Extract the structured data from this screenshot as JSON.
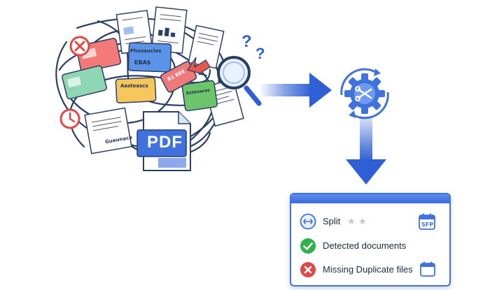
{
  "pdf_badge": "PDF",
  "cards": {
    "card1": "Phusauclas",
    "card2": "EBA$",
    "card3": "Aasteascs",
    "card4": "Estenacas",
    "card5": "Gueunaca",
    "card6": "R1 BEE"
  },
  "question_marks": [
    "?",
    "?"
  ],
  "result_panel": {
    "rows": [
      {
        "label": "Split",
        "icon": "split-icon",
        "status": "neutral"
      },
      {
        "label": "Detected documents",
        "icon": "check-icon",
        "status": "success"
      },
      {
        "label": "Missing Duplicate files",
        "icon": "cross-icon",
        "status": "error"
      }
    ],
    "stars": [
      "★",
      "★"
    ],
    "calendar_text": "SFP"
  },
  "colors": {
    "arrow_blue": "#2f5fd4",
    "check_green": "#2fb24a",
    "error_red": "#e04848",
    "panel_border": "#3f72dd"
  }
}
